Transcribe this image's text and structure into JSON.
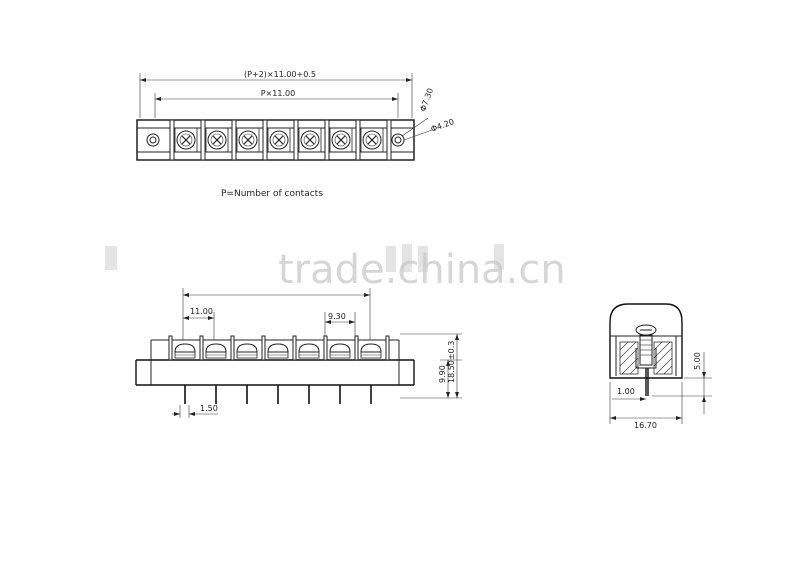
{
  "top_view": {
    "dim_overall": "(P+2)×11.00+0.5",
    "dim_pitch_total": "P×11.00",
    "dim_mount_hole": "Φ4.20",
    "dim_screw_head": "Φ7.30",
    "note": "P=Number of contacts",
    "contact_count": 7
  },
  "front_view": {
    "dim_pitch": "11.00",
    "dim_barrier": "9.30",
    "dim_pin_width": "1.50",
    "dim_height_body": "9.90",
    "dim_height_total": "18.50±0.3",
    "contact_count": 7
  },
  "side_view": {
    "dim_width": "16.70",
    "dim_pin_offset": "1.00",
    "dim_pin_length": "5.00"
  },
  "watermark": "trade.china.cn"
}
